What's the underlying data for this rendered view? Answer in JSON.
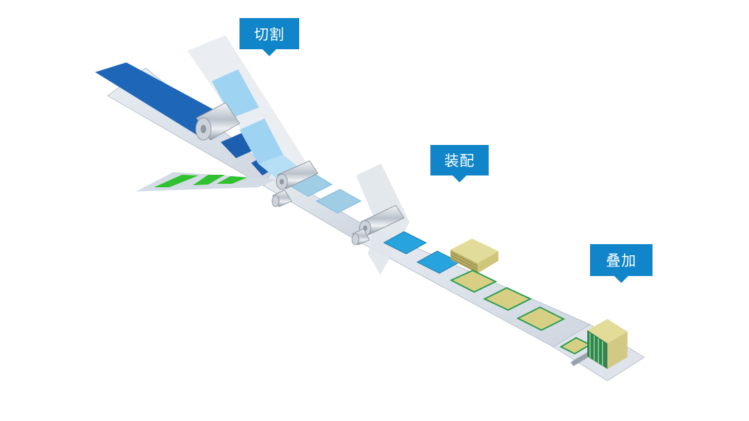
{
  "steps": {
    "cut": "切割",
    "assemble": "装配",
    "stack": "叠加"
  },
  "colors": {
    "callout": "#1185c9",
    "anode_sheet": "#1f63b4",
    "cathode_sheet": "#2fc12f",
    "separator": "#9fd3f2",
    "electrode_plate": "#d6cf84",
    "belt": "#d9dee8"
  },
  "icons": [
    "roller-icon",
    "stacked-cell-icon"
  ]
}
